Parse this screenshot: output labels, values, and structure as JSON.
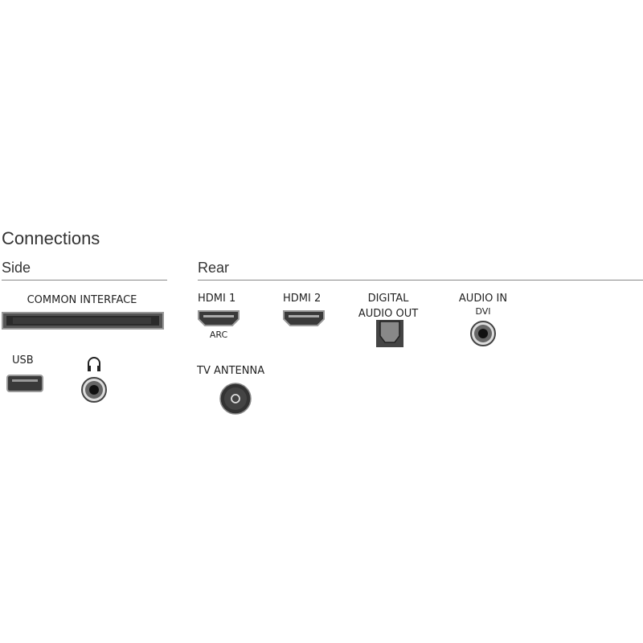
{
  "title": "Connections",
  "side": {
    "heading": "Side",
    "common_interface": "COMMON INTERFACE",
    "usb": "USB",
    "headphone_icon": "headphones-icon"
  },
  "rear": {
    "heading": "Rear",
    "hdmi1": "HDMI 1",
    "hdmi1_sub": "ARC",
    "hdmi2": "HDMI 2",
    "digital_line1": "DIGITAL",
    "digital_line2": "AUDIO OUT",
    "audio_in": "AUDIO IN",
    "audio_in_sub": "DVI",
    "antenna": "TV ANTENNA"
  },
  "colors": {
    "port": "#3a3a3a",
    "rule": "#888888"
  }
}
